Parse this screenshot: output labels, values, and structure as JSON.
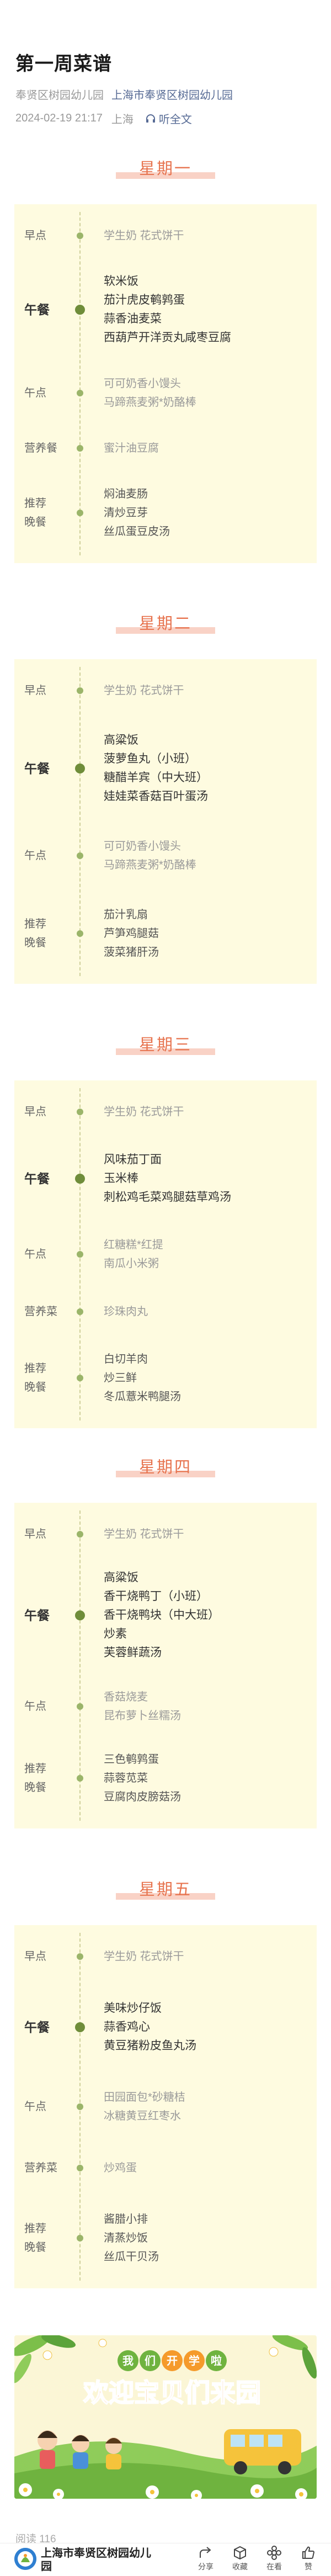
{
  "article": {
    "title": "第一周菜谱",
    "author": "奉贤区树园幼儿园",
    "account": "上海市奉贤区树园幼儿园",
    "datetime": "2024-02-19 21:17",
    "location": "上海",
    "listen_label": "听全文"
  },
  "days": [
    {
      "name": "星期一",
      "sections": [
        {
          "cat": "早点",
          "items": [
            "学生奶 花式饼干"
          ]
        },
        {
          "cat": "午餐",
          "main": true,
          "items": [
            "软米饭",
            "茄汁虎皮鹌鹑蛋",
            "蒜香油麦菜",
            "西葫芦开洋贡丸咸枣豆腐"
          ]
        },
        {
          "cat": "午点",
          "items": [
            "可可奶香小馒头",
            "马蹄燕麦粥*奶酪棒"
          ]
        },
        {
          "cat": "营养餐",
          "items": [
            "蜜汁油豆腐"
          ]
        },
        {
          "cat": "推荐晚餐",
          "items": [
            "焖油麦肠",
            "清炒豆芽",
            "丝瓜蛋豆皮汤"
          ]
        }
      ]
    },
    {
      "name": "星期二",
      "sections": [
        {
          "cat": "早点",
          "items": [
            "学生奶 花式饼干"
          ]
        },
        {
          "cat": "午餐",
          "main": true,
          "items": [
            "高粱饭",
            "菠萝鱼丸（小班）",
            "糖醋羊宾（中大班）",
            "娃娃菜香菇百叶蛋汤"
          ]
        },
        {
          "cat": "午点",
          "items": [
            "可可奶香小馒头",
            "马蹄燕麦粥*奶酪棒"
          ]
        },
        {
          "cat": "推荐晚餐",
          "items": [
            "茄汁乳扇",
            "芦笋鸡腿菇",
            "菠菜猪肝汤"
          ]
        }
      ]
    },
    {
      "name": "星期三",
      "sections": [
        {
          "cat": "早点",
          "items": [
            "学生奶 花式饼干"
          ]
        },
        {
          "cat": "午餐",
          "main": true,
          "items": [
            "风味茄丁面",
            "玉米棒",
            "刺松鸡毛菜鸡腿菇草鸡汤"
          ]
        },
        {
          "cat": "午点",
          "items": [
            "红糖糕*红提",
            "南瓜小米粥"
          ]
        },
        {
          "cat": "营养菜",
          "items": [
            "珍珠肉丸"
          ]
        },
        {
          "cat": "推荐晚餐",
          "items": [
            "白切羊肉",
            "炒三鲜",
            "冬瓜薏米鸭腿汤"
          ]
        }
      ]
    },
    {
      "name": "星期四",
      "sections": [
        {
          "cat": "早点",
          "items": [
            "学生奶 花式饼干"
          ]
        },
        {
          "cat": "午餐",
          "main": true,
          "items": [
            "高粱饭",
            "香干烧鸭丁（小班）",
            "香干烧鸭块（中大班）",
            "炒素",
            "芙蓉鲜蔬汤"
          ]
        },
        {
          "cat": "午点",
          "items": [
            "香菇烧麦",
            "昆布萝卜丝糯汤"
          ]
        },
        {
          "cat": "推荐晚餐",
          "items": [
            "三色鹌鹑蛋",
            "蒜蓉苋菜",
            "豆腐肉皮膀菇汤"
          ]
        }
      ]
    },
    {
      "name": "星期五",
      "sections": [
        {
          "cat": "早点",
          "items": [
            "学生奶 花式饼干"
          ]
        },
        {
          "cat": "午餐",
          "main": true,
          "items": [
            "美味炒仔饭",
            "蒜香鸡心",
            "黄豆猪粉皮鱼丸汤"
          ]
        },
        {
          "cat": "午点",
          "items": [
            "田园面包*砂糖桔",
            "冰糖黄豆红枣水"
          ]
        },
        {
          "cat": "营养菜",
          "items": [
            "炒鸡蛋"
          ]
        },
        {
          "cat": "推荐晚餐",
          "items": [
            "酱腊小排",
            "清蒸炒饭",
            "丝瓜干贝汤"
          ]
        }
      ]
    }
  ],
  "banner": {
    "badge": [
      "我",
      "们",
      "开",
      "学",
      "啦"
    ],
    "headline": "欢迎宝贝们来园",
    "colors": {
      "orange": "#f59a2b",
      "green": "#6fb33f",
      "cream": "#fbf6d6"
    }
  },
  "footer": {
    "reads": "阅读 116",
    "account": "上海市奉贤区树园幼儿园",
    "actions": [
      "分享",
      "收藏",
      "在看",
      "赞"
    ]
  }
}
